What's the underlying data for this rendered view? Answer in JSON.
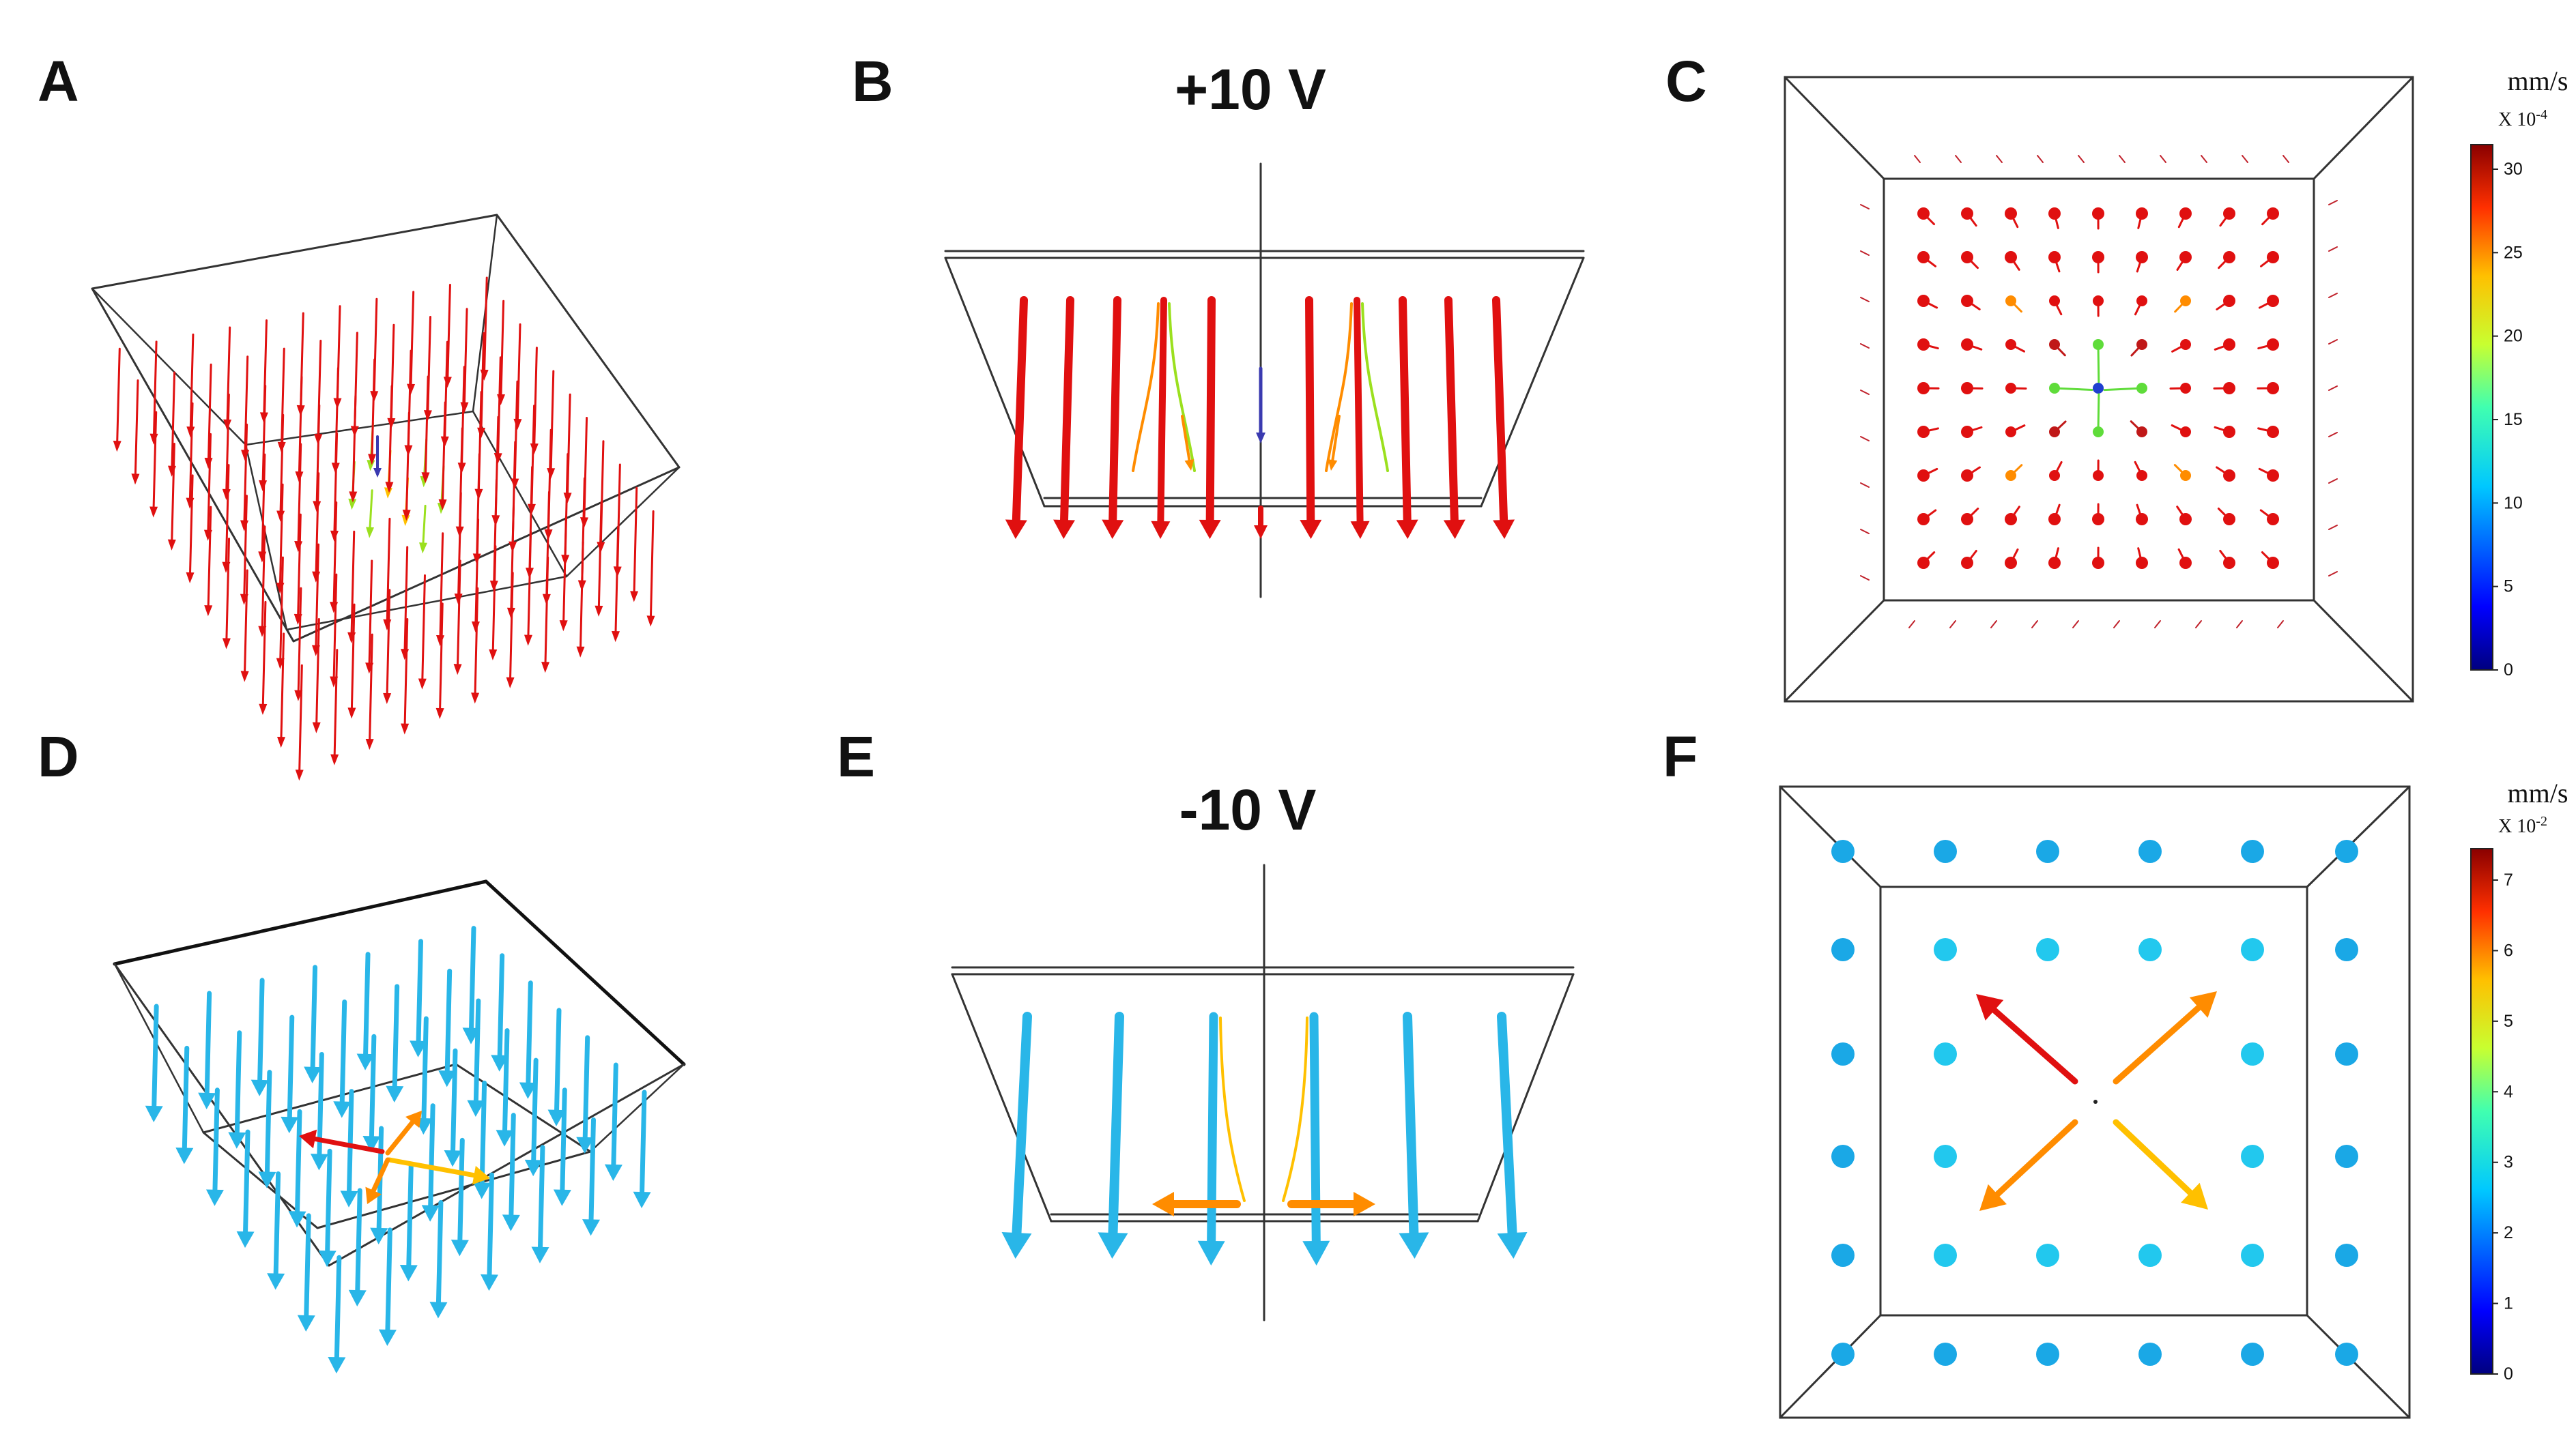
{
  "panels": {
    "a": {
      "label": "A"
    },
    "b": {
      "label": "B",
      "title": "+10 V"
    },
    "c": {
      "label": "C"
    },
    "d": {
      "label": "D"
    },
    "e": {
      "label": "E",
      "title": "-10 V"
    },
    "f": {
      "label": "F"
    }
  },
  "colorbar_top": {
    "unit": "mm/s",
    "scale": "X 10",
    "scale_exp": "-4",
    "ticks": [
      "30",
      "25",
      "20",
      "15",
      "10",
      "5",
      "0"
    ]
  },
  "colorbar_bottom": {
    "unit": "mm/s",
    "scale": "X 10",
    "scale_exp": "-2",
    "ticks": [
      "7",
      "6",
      "5",
      "4",
      "3",
      "2",
      "1",
      "0"
    ]
  },
  "colors": {
    "positive_arrows": "#e01010",
    "negative_arrows": "#29b6e8",
    "frame": "#333333"
  }
}
